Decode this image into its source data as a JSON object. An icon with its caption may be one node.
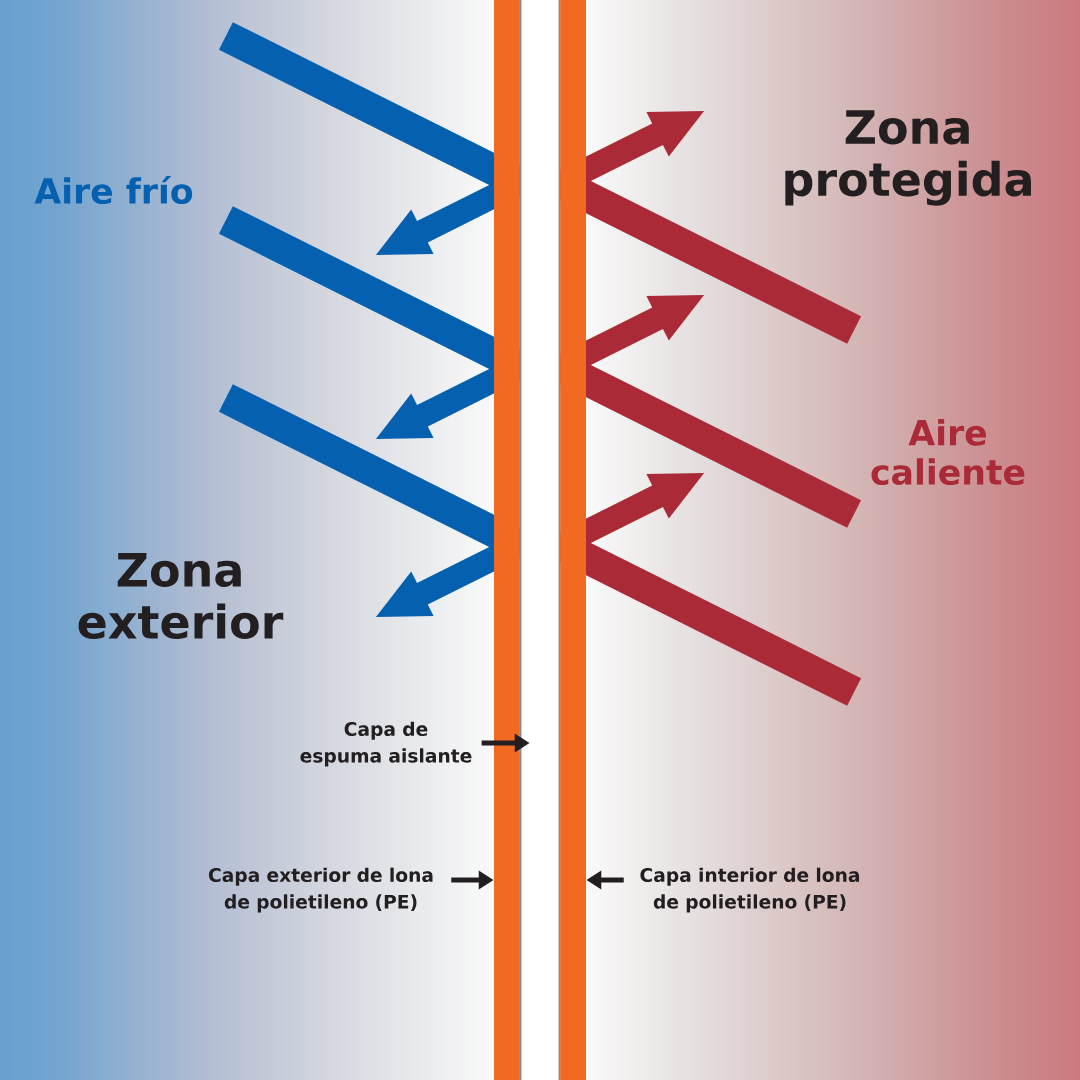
{
  "diagram": {
    "nodes": [
      {
        "text": [],
        "shape": "bar"
      },
      {
        "text": [],
        "shape": "bar"
      },
      {
        "text": [],
        "shape": "bar"
      },
      {
        "text": [
          "Capa de espuma aislante"
        ]
      },
      {
        "text": [
          "Capa exterior de lona de polietileno (PE)"
        ]
      },
      {
        "text": [
          "Capa interior de lona de polietileno (PE)"
        ]
      }
    ],
    "edges": [
      {
        "from": 3,
        "to": 1,
        "arrow": "to"
      },
      {
        "from": 4,
        "to": 0,
        "arrow": "to"
      },
      {
        "from": 5,
        "to": 2,
        "arrow": "to"
      }
    ],
    "labels": [
      "Zona protegida",
      "Aire frío",
      "Aire caliente",
      "Zona exterior"
    ]
  }
}
